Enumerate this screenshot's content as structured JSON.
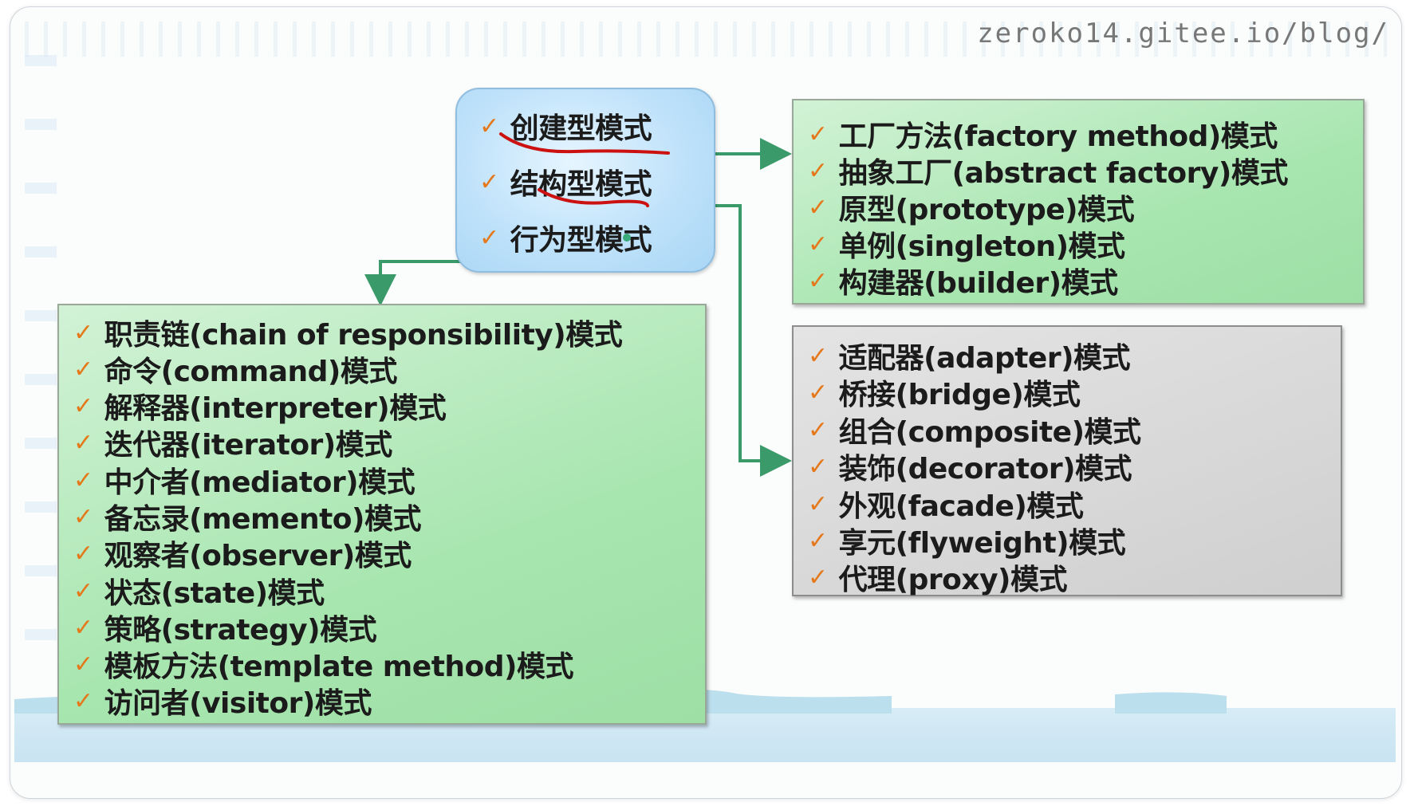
{
  "watermark": "zeroko14.gitee.io/blog/",
  "icons": {
    "check": "check-icon",
    "bullet_glyph": "✓"
  },
  "colors": {
    "green_box": "#a8e6b0",
    "grey_box": "#d4d4d4",
    "center_box": "#bfe2fa",
    "arrow": "#3a9a6a",
    "check": "#e4781a",
    "underline": "#cc1111"
  },
  "center": {
    "items": [
      "创建型模式",
      "结构型模式",
      "行为型模式"
    ]
  },
  "creational": {
    "items": [
      "工厂方法(factory method)模式",
      "抽象工厂(abstract factory)模式",
      "原型(prototype)模式",
      "单例(singleton)模式",
      "构建器(builder)模式"
    ]
  },
  "structural": {
    "items": [
      "适配器(adapter)模式",
      "桥接(bridge)模式",
      "组合(composite)模式",
      "装饰(decorator)模式",
      "外观(facade)模式",
      "享元(flyweight)模式",
      "代理(proxy)模式"
    ]
  },
  "behavioral": {
    "items": [
      "职责链(chain of responsibility)模式",
      "命令(command)模式",
      "解释器(interpreter)模式",
      "迭代器(iterator)模式",
      "中介者(mediator)模式",
      "备忘录(memento)模式",
      "观察者(observer)模式",
      "状态(state)模式",
      "策略(strategy)模式",
      "模板方法(template method)模式",
      "访问者(visitor)模式"
    ]
  }
}
